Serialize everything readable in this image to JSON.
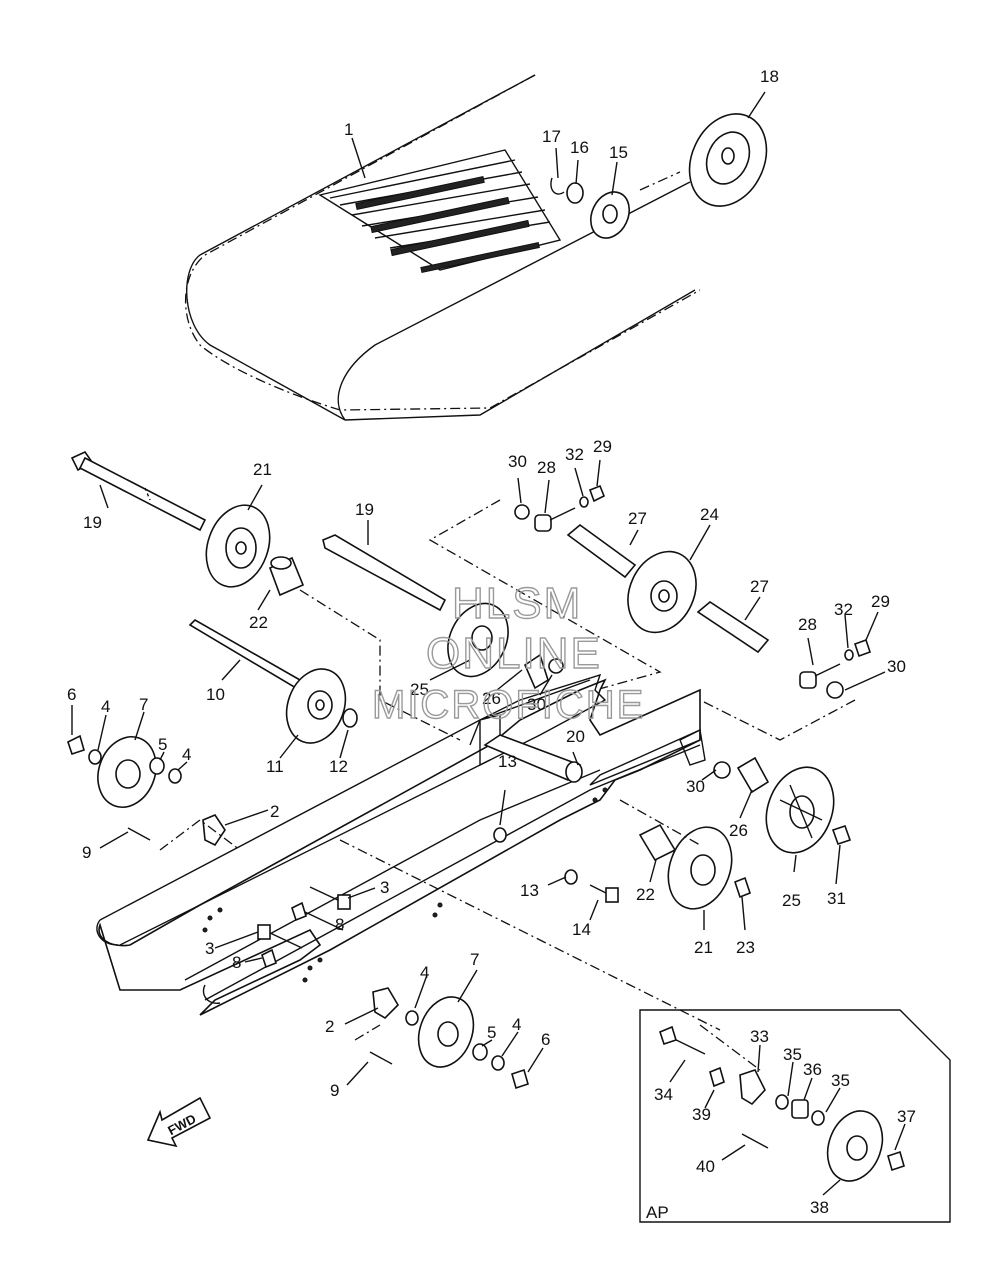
{
  "watermark": {
    "line1": "HLSM",
    "line2": "ONLINE",
    "line3": "MICROFICHE"
  },
  "fwd_label": "FWD",
  "inset_label": "AP",
  "callouts": [
    "1",
    "2",
    "2",
    "3",
    "3",
    "4",
    "4",
    "4",
    "4",
    "5",
    "5",
    "6",
    "6",
    "7",
    "7",
    "8",
    "8",
    "9",
    "9",
    "10",
    "11",
    "12",
    "13",
    "13",
    "14",
    "15",
    "16",
    "17",
    "18",
    "19",
    "19",
    "20",
    "21",
    "21",
    "22",
    "22",
    "23",
    "24",
    "25",
    "25",
    "26",
    "26",
    "27",
    "27",
    "28",
    "28",
    "29",
    "29",
    "30",
    "30",
    "30",
    "30",
    "31",
    "32",
    "32",
    "33",
    "34",
    "35",
    "35",
    "36",
    "37",
    "38",
    "39",
    "40"
  ]
}
